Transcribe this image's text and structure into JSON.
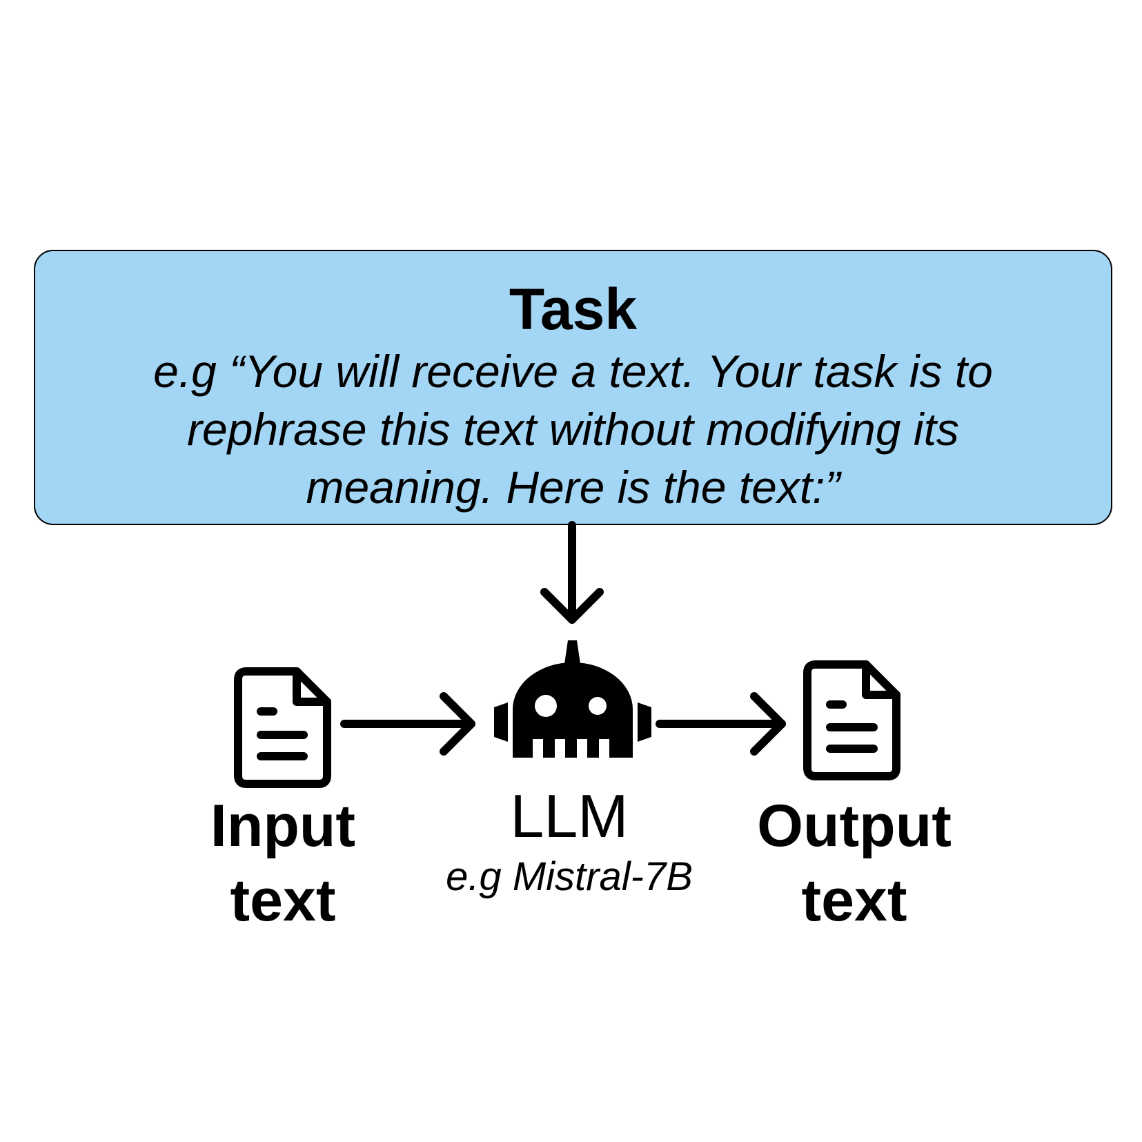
{
  "colors": {
    "task_box_fill": "#a3d5f4",
    "stroke": "#000000"
  },
  "task": {
    "title": "Task",
    "example_lines": [
      "e.g “You will receive a text. Your task is to",
      "rephrase this text without modifying its",
      "meaning. Here is the text:”"
    ]
  },
  "input": {
    "icon": "document-icon",
    "label_lines": [
      "Input",
      "text"
    ]
  },
  "llm": {
    "icon": "robot-icon",
    "name": "LLM",
    "example": "e.g Mistral-7B"
  },
  "output": {
    "icon": "document-icon",
    "label_lines": [
      "Output",
      "text"
    ]
  }
}
